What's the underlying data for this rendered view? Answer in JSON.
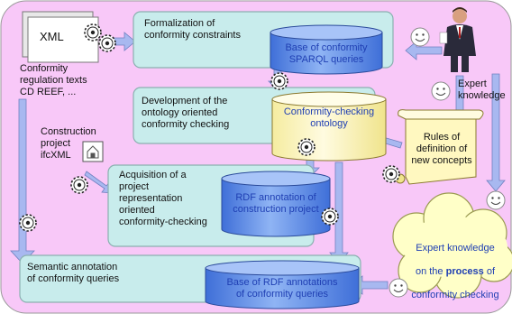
{
  "source": {
    "xml_label": "XML",
    "regulation_texts": "Conformity\nregulation texts\nCD REEF, ...",
    "construction_project": "Construction\nproject\nifcXML"
  },
  "processes": {
    "formalization": "Formalization of\nconformity constraints",
    "development": "Development of the\nontology oriented\nconformity checking",
    "acquisition": "Acquisition of a\nproject\nrepresentation\noriented\nconformity-checking",
    "semantic_annotation": "Semantic annotation\nof conformity queries"
  },
  "stores": {
    "sparql_base": "Base of conformity\nSPARQL queries",
    "ontology": "Conformity-checking\nontology",
    "rdf_annotation": "RDF annotation of\nconstruction project",
    "rdf_base": "Base of RDF annotations\nof conformity queries"
  },
  "expert": {
    "knowledge_label": "Expert\nknowledge",
    "rules_scroll": "Rules of\ndefinition of\nnew concepts",
    "cloud_line1": "Expert knowledge",
    "cloud_line2_pre": "on the ",
    "cloud_line2_bold": "process",
    "cloud_line2_post": " of",
    "cloud_line3": "conformity checking"
  },
  "colors": {
    "background": "#f8c8f8",
    "process_box": "#c8ecec",
    "cylinder": "#5c8ee8",
    "ontology_cylinder": "#fff8c0",
    "scroll": "#fff8c0",
    "cloud": "#ffffc8",
    "arrow": "#a8b8f0",
    "text_blue": "#1f3fb3"
  },
  "icons": [
    "xml-document-icon",
    "gear-icon",
    "house-icon",
    "expert-person-icon",
    "smiley-icon"
  ]
}
